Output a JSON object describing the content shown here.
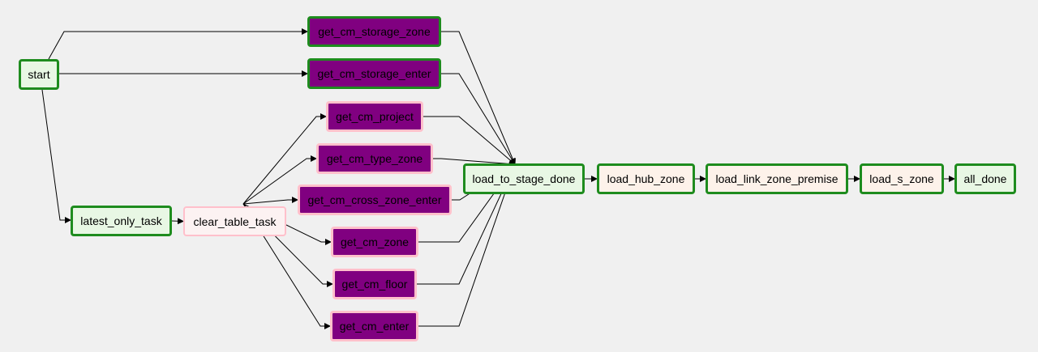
{
  "graph": {
    "nodes": [
      {
        "id": "start",
        "label": "start",
        "style": "success"
      },
      {
        "id": "get_cm_storage_zone",
        "label": "get_cm_storage_zone",
        "style": "purple-green"
      },
      {
        "id": "get_cm_storage_enter",
        "label": "get_cm_storage_enter",
        "style": "purple-green"
      },
      {
        "id": "get_cm_project",
        "label": "get_cm_project",
        "style": "purple-pink"
      },
      {
        "id": "get_cm_type_zone",
        "label": "get_cm_type_zone",
        "style": "purple-pink"
      },
      {
        "id": "get_cm_cross_zone_enter",
        "label": "get_cm_cross_zone_enter",
        "style": "purple-pink"
      },
      {
        "id": "get_cm_zone",
        "label": "get_cm_zone",
        "style": "purple-pink"
      },
      {
        "id": "get_cm_floor",
        "label": "get_cm_floor",
        "style": "purple-pink"
      },
      {
        "id": "get_cm_enter",
        "label": "get_cm_enter",
        "style": "purple-pink"
      },
      {
        "id": "latest_only_task",
        "label": "latest_only_task",
        "style": "success"
      },
      {
        "id": "clear_table_task",
        "label": "clear_table_task",
        "style": "pink"
      },
      {
        "id": "load_to_stage_done",
        "label": "load_to_stage_done",
        "style": "success"
      },
      {
        "id": "load_hub_zone",
        "label": "load_hub_zone",
        "style": "beige-green"
      },
      {
        "id": "load_link_zone_premise",
        "label": "load_link_zone_premise",
        "style": "beige-green"
      },
      {
        "id": "load_s_zone",
        "label": "load_s_zone",
        "style": "beige-green"
      },
      {
        "id": "all_done",
        "label": "all_done",
        "style": "success"
      }
    ],
    "edges": [
      [
        "start",
        "get_cm_storage_zone"
      ],
      [
        "start",
        "get_cm_storage_enter"
      ],
      [
        "start",
        "latest_only_task"
      ],
      [
        "latest_only_task",
        "clear_table_task"
      ],
      [
        "clear_table_task",
        "get_cm_project"
      ],
      [
        "clear_table_task",
        "get_cm_type_zone"
      ],
      [
        "clear_table_task",
        "get_cm_cross_zone_enter"
      ],
      [
        "clear_table_task",
        "get_cm_zone"
      ],
      [
        "clear_table_task",
        "get_cm_floor"
      ],
      [
        "clear_table_task",
        "get_cm_enter"
      ],
      [
        "get_cm_storage_zone",
        "load_to_stage_done"
      ],
      [
        "get_cm_storage_enter",
        "load_to_stage_done"
      ],
      [
        "get_cm_project",
        "load_to_stage_done"
      ],
      [
        "get_cm_type_zone",
        "load_to_stage_done"
      ],
      [
        "get_cm_cross_zone_enter",
        "load_to_stage_done"
      ],
      [
        "get_cm_zone",
        "load_to_stage_done"
      ],
      [
        "get_cm_floor",
        "load_to_stage_done"
      ],
      [
        "get_cm_enter",
        "load_to_stage_done"
      ],
      [
        "load_to_stage_done",
        "load_hub_zone"
      ],
      [
        "load_hub_zone",
        "load_link_zone_premise"
      ],
      [
        "load_link_zone_premise",
        "load_s_zone"
      ],
      [
        "load_s_zone",
        "all_done"
      ]
    ]
  }
}
